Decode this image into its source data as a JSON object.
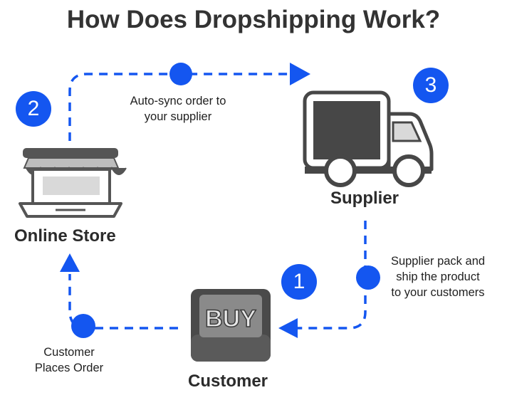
{
  "title": "How Does Dropshipping Work?",
  "nodes": {
    "store": "Online Store",
    "supplier": "Supplier",
    "customer": "Customer"
  },
  "steps": {
    "one": "1",
    "two": "2",
    "three": "3"
  },
  "notes": {
    "sync_line1": "Auto-sync order to",
    "sync_line2": "your supplier",
    "ship_line1": "Supplier pack and",
    "ship_line2": "ship the product",
    "ship_line3": "to your customers",
    "order_line1": "Customer",
    "order_line2": "Places Order"
  },
  "buy_key_label": "BUY",
  "colors": {
    "accent": "#1456f0",
    "icon_dark": "#4a4a4a",
    "icon_light": "#d9d9d9"
  },
  "icons": [
    "storefront-icon",
    "delivery-truck-icon",
    "buy-key-icon",
    "arrow-head-icon"
  ]
}
